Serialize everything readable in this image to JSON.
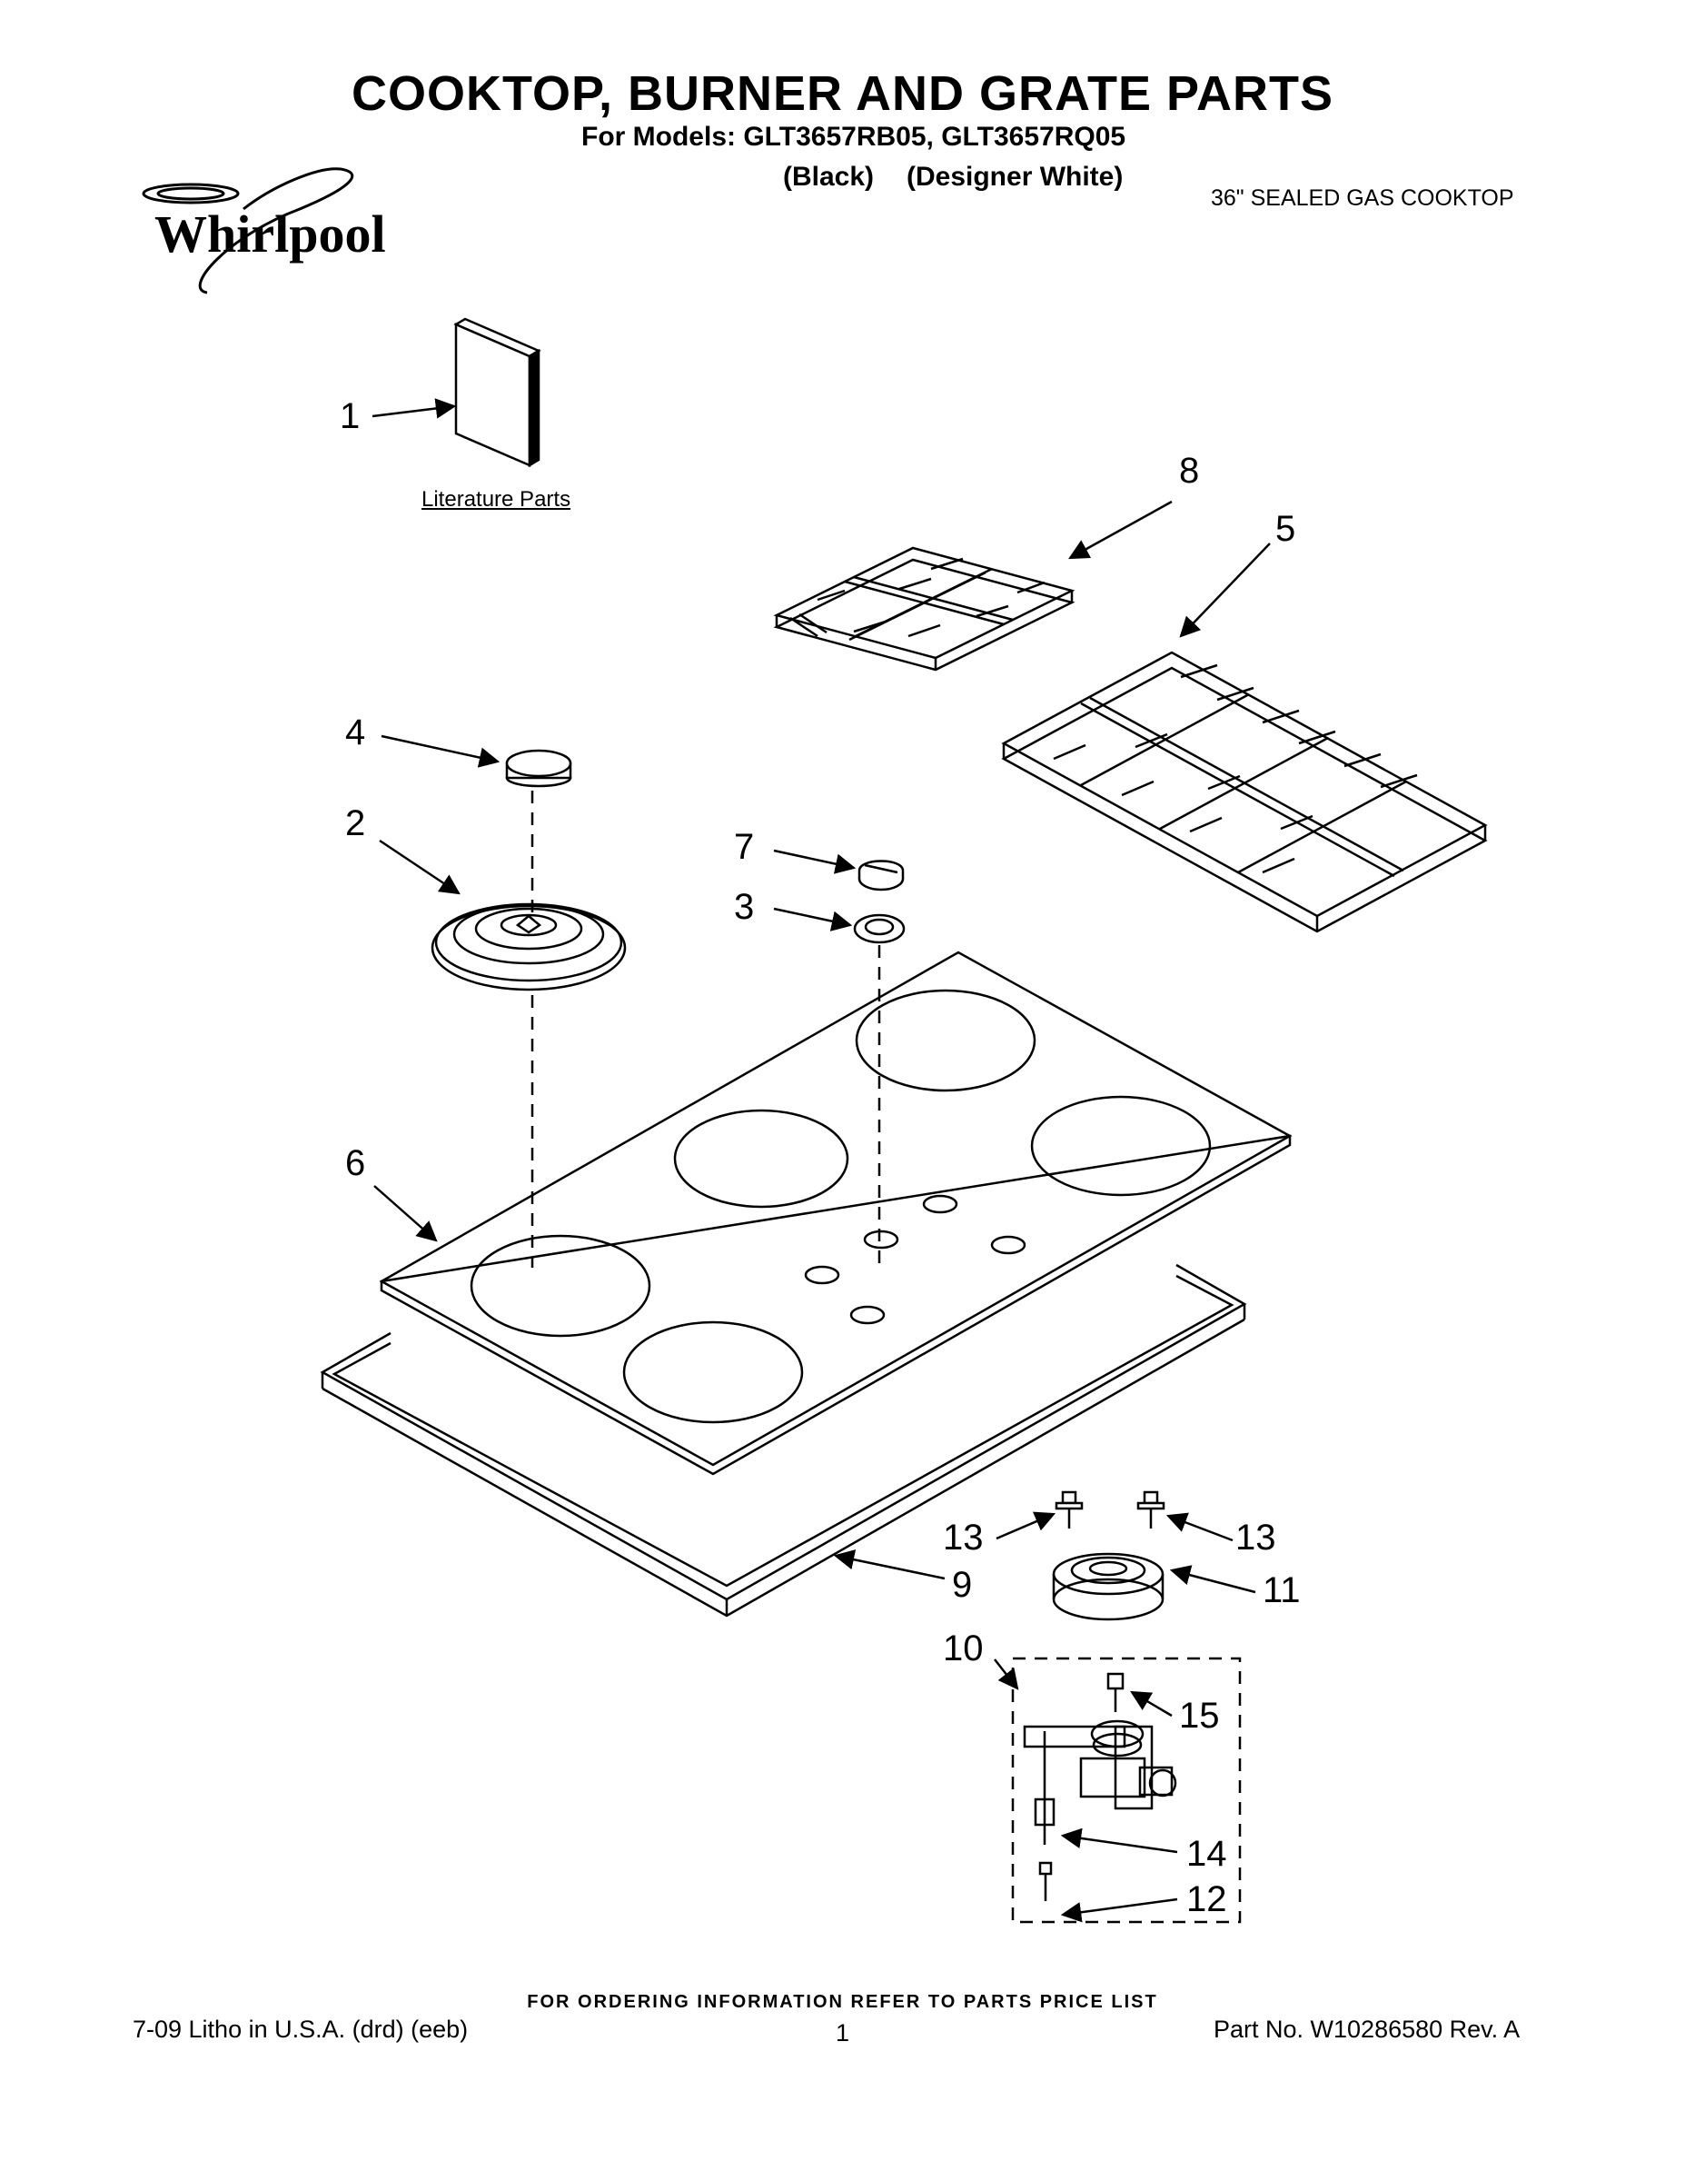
{
  "header": {
    "title": "COOKTOP, BURNER AND GRATE PARTS",
    "models_line": "For Models: GLT3657RB05, GLT3657RQ05",
    "variant_black": "(Black)",
    "variant_white": "(Designer White)",
    "category": "36\" SEALED GAS COOKTOP"
  },
  "brand": {
    "logo_text": "Whirlpool"
  },
  "diagram": {
    "literature_label": "Literature Parts",
    "callouts": {
      "c1": "1",
      "c2": "2",
      "c3": "3",
      "c4": "4",
      "c5": "5",
      "c6": "6",
      "c7": "7",
      "c8": "8",
      "c9": "9",
      "c10": "10",
      "c11": "11",
      "c12": "12",
      "c13a": "13",
      "c13b": "13",
      "c14": "14",
      "c15": "15"
    }
  },
  "footer": {
    "notice": "FOR ORDERING INFORMATION REFER TO PARTS PRICE LIST",
    "litho": "7-09 Litho in U.S.A. (drd) (eeb)",
    "page_number": "1",
    "part_number": "Part No. W10286580 Rev. A"
  }
}
